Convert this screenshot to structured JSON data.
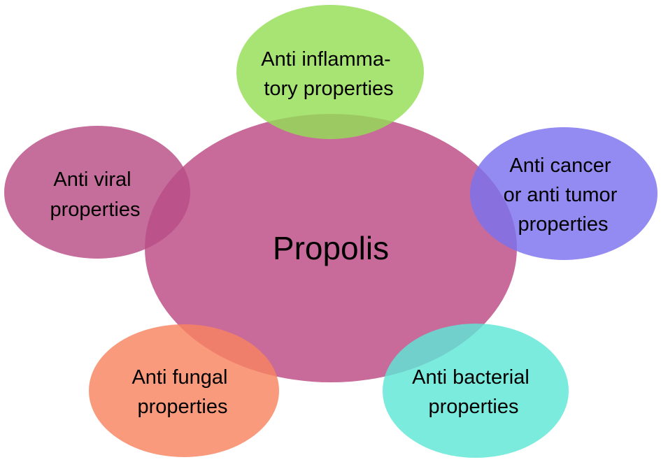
{
  "center": {
    "label": "Propolis",
    "color": "#c25b8f"
  },
  "properties": [
    {
      "id": "anti-inflammatory",
      "lines": [
        "Anti inflamma-",
        "tory properties"
      ],
      "color": "#94de55"
    },
    {
      "id": "anti-viral",
      "lines": [
        "Anti viral",
        "properties"
      ],
      "color": "#b84e86"
    },
    {
      "id": "anti-cancer",
      "lines": [
        "Anti cancer",
        "or anti tumor",
        "properties"
      ],
      "color": "#7b72ee"
    },
    {
      "id": "anti-fungal",
      "lines": [
        "Anti fungal",
        "properties"
      ],
      "color": "#f8845f"
    },
    {
      "id": "anti-bacterial",
      "lines": [
        "Anti bacterial",
        "properties"
      ],
      "color": "#5ee6d6"
    }
  ]
}
